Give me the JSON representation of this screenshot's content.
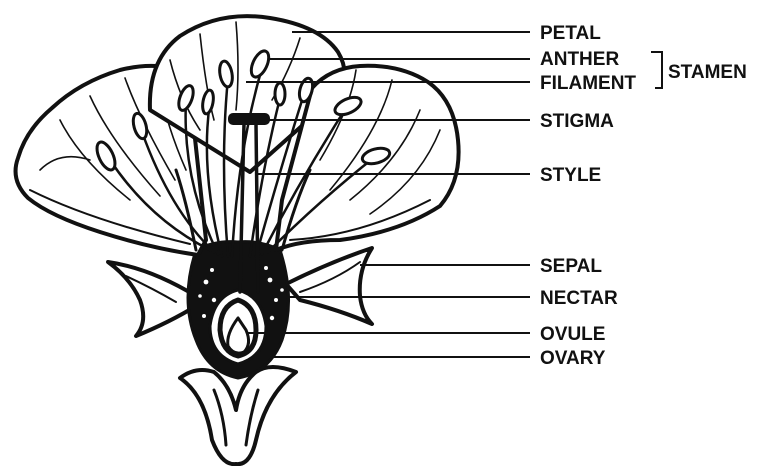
{
  "labels": {
    "petal": "PETAL",
    "anther": "ANTHER",
    "filament": "FILAMENT",
    "stamen": "STAMEN",
    "stigma": "STIGMA",
    "style": "STYLE",
    "sepal": "SEPAL",
    "nectar": "NECTAR",
    "ovule": "OVULE",
    "ovary": "OVARY"
  },
  "colors": {
    "ink": "#111111",
    "background": "#ffffff"
  }
}
